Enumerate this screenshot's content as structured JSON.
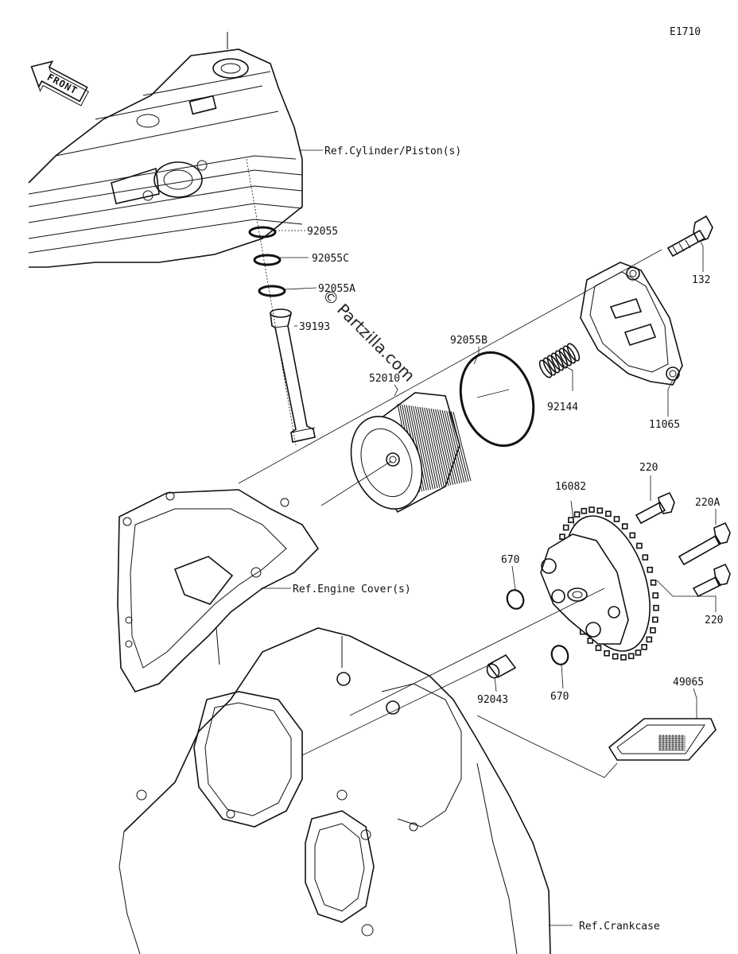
{
  "diagram_code": "E1710",
  "front_arrow_label": "FRONT",
  "watermark": "© Partzilla.com",
  "references": {
    "cylinder": "Ref.Cylinder/Piston(s)",
    "engine_cover": "Ref.Engine Cover(s)",
    "crankcase": "Ref.Crankcase"
  },
  "parts": {
    "o_ring_92055": "92055",
    "o_ring_92055c": "92055C",
    "o_ring_92055a": "92055A",
    "pipe_39193": "39193",
    "filter_52010": "52010",
    "o_ring_92055b": "92055B",
    "spring_92144": "92144",
    "cover_11065": "11065",
    "bolt_132": "132",
    "pump_16082": "16082",
    "bolt_220_top": "220",
    "bolt_220a": "220A",
    "bolt_220_bottom": "220",
    "o_ring_670_left": "670",
    "o_ring_670_bottom": "670",
    "pin_92043": "92043",
    "screen_49065": "49065"
  }
}
